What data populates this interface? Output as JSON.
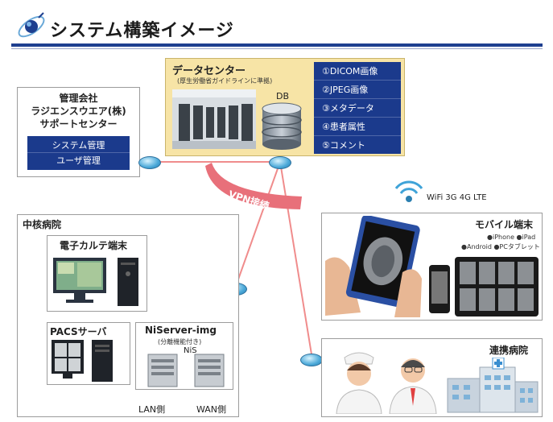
{
  "title": "システム構築イメージ",
  "support_center": {
    "name_lines": [
      "管理会社",
      "ラジエンスウエア(株)",
      "サポートセンター"
    ],
    "buttons": [
      "システム管理",
      "ユーザ管理"
    ]
  },
  "datacenter": {
    "title": "データセンター",
    "subtitle": "(厚生労働省ガイドラインに準拠)",
    "db_label": "DB",
    "items": [
      "①DICOM画像",
      "②JPEG画像",
      "③メタデータ",
      "④患者属性",
      "⑤コメント"
    ]
  },
  "vpn_label": "VPN接続",
  "wifi_label": "WiFi 3G 4G LTE",
  "core_hospital": {
    "title": "中核病院",
    "emr_title": "電子カルテ端末",
    "pacs_title": "PACSサーバ",
    "niserver_title": "NiServer-img",
    "niserver_sub": "(分離機能付き)",
    "nis_label": "NiS",
    "lan_label": "LAN側",
    "wan_label": "WAN側"
  },
  "mobile": {
    "title": "モバイル端末",
    "devices_line1": "●iPhone ●iPad",
    "devices_line2": "●Android ●PCタブレット"
  },
  "partner_hospital": {
    "title": "連携病院"
  },
  "colors": {
    "navy": "#1b3a8c",
    "datacenter_bg": "#f7e4a6",
    "network_line": "#f08c8c",
    "lan_line": "#5fb0e0",
    "nis_line": "#5dbb4a"
  }
}
